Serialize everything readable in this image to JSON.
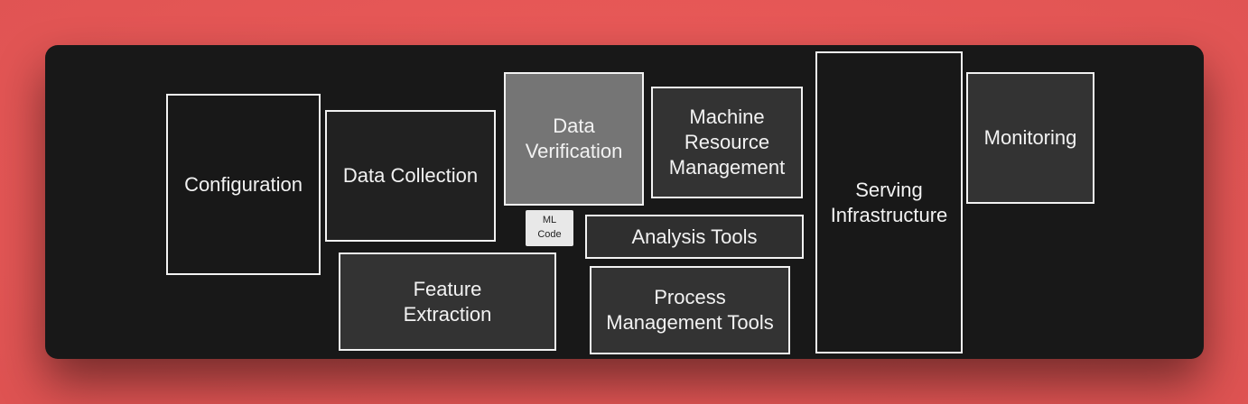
{
  "diagram": {
    "description": "ML system components diagram (hidden technical debt in machine learning systems)",
    "colors": {
      "background": "#ec5857",
      "panel": "#181818",
      "box_border": "#f2f2f2",
      "box_text": "#f2f2f2",
      "box_dark_fill": "#181818",
      "box_medium_fill": "#333333",
      "data_verification_fill": "#757575",
      "ml_code_fill": "#e8e8e8",
      "ml_code_text": "#222222"
    },
    "boxes": {
      "configuration": {
        "label": "Configuration"
      },
      "data_collection": {
        "label": "Data Collection"
      },
      "data_verification": {
        "label": "Data\nVerification"
      },
      "machine_resource_management": {
        "label": "Machine\nResource\nManagement"
      },
      "ml_code": {
        "label": "ML\nCode"
      },
      "analysis_tools": {
        "label": "Analysis Tools"
      },
      "process_management_tools": {
        "label": "Process\nManagement Tools"
      },
      "feature_extraction": {
        "label": "Feature\nExtraction"
      },
      "serving_infrastructure": {
        "label": "Serving\nInfrastructure"
      },
      "monitoring": {
        "label": "Monitoring"
      }
    }
  }
}
